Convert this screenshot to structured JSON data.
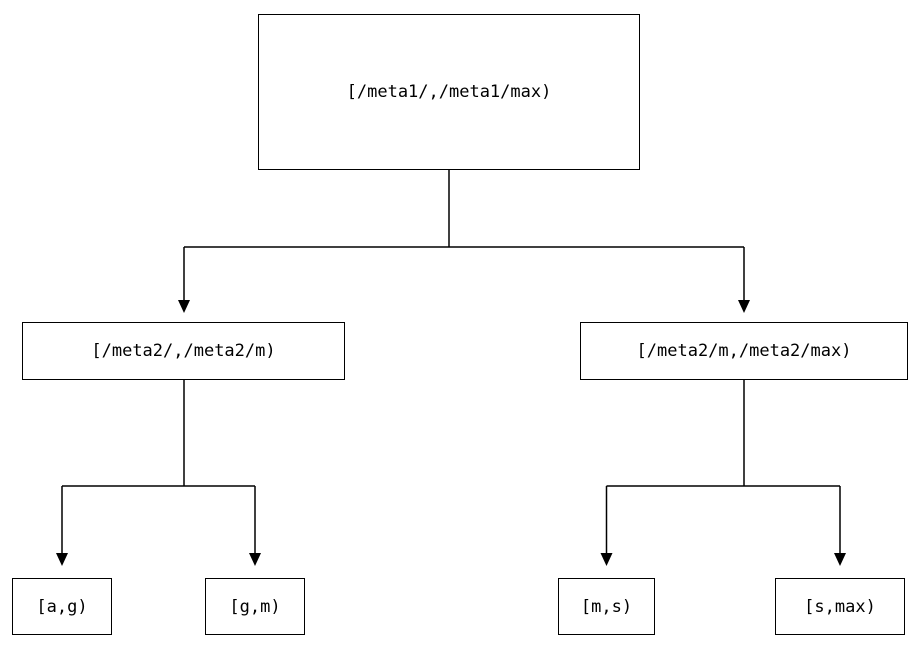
{
  "diagram": {
    "type": "tree",
    "colors": {
      "line": "#000000",
      "box_border": "#000000",
      "background": "#ffffff",
      "text": "#000000"
    },
    "nodes": {
      "root": "[/meta1/,/meta1/max)",
      "left_child": "[/meta2/,/meta2/m)",
      "right_child": "[/meta2/m,/meta2/max)",
      "leaf_ag": "[a,g)",
      "leaf_gm": "[g,m)",
      "leaf_ms": "[m,s)",
      "leaf_smax": "[s,max)"
    },
    "edges": [
      {
        "from": "root",
        "to": "left_child"
      },
      {
        "from": "root",
        "to": "right_child"
      },
      {
        "from": "left_child",
        "to": "leaf_ag"
      },
      {
        "from": "left_child",
        "to": "leaf_gm"
      },
      {
        "from": "right_child",
        "to": "leaf_ms"
      },
      {
        "from": "right_child",
        "to": "leaf_smax"
      }
    ]
  }
}
